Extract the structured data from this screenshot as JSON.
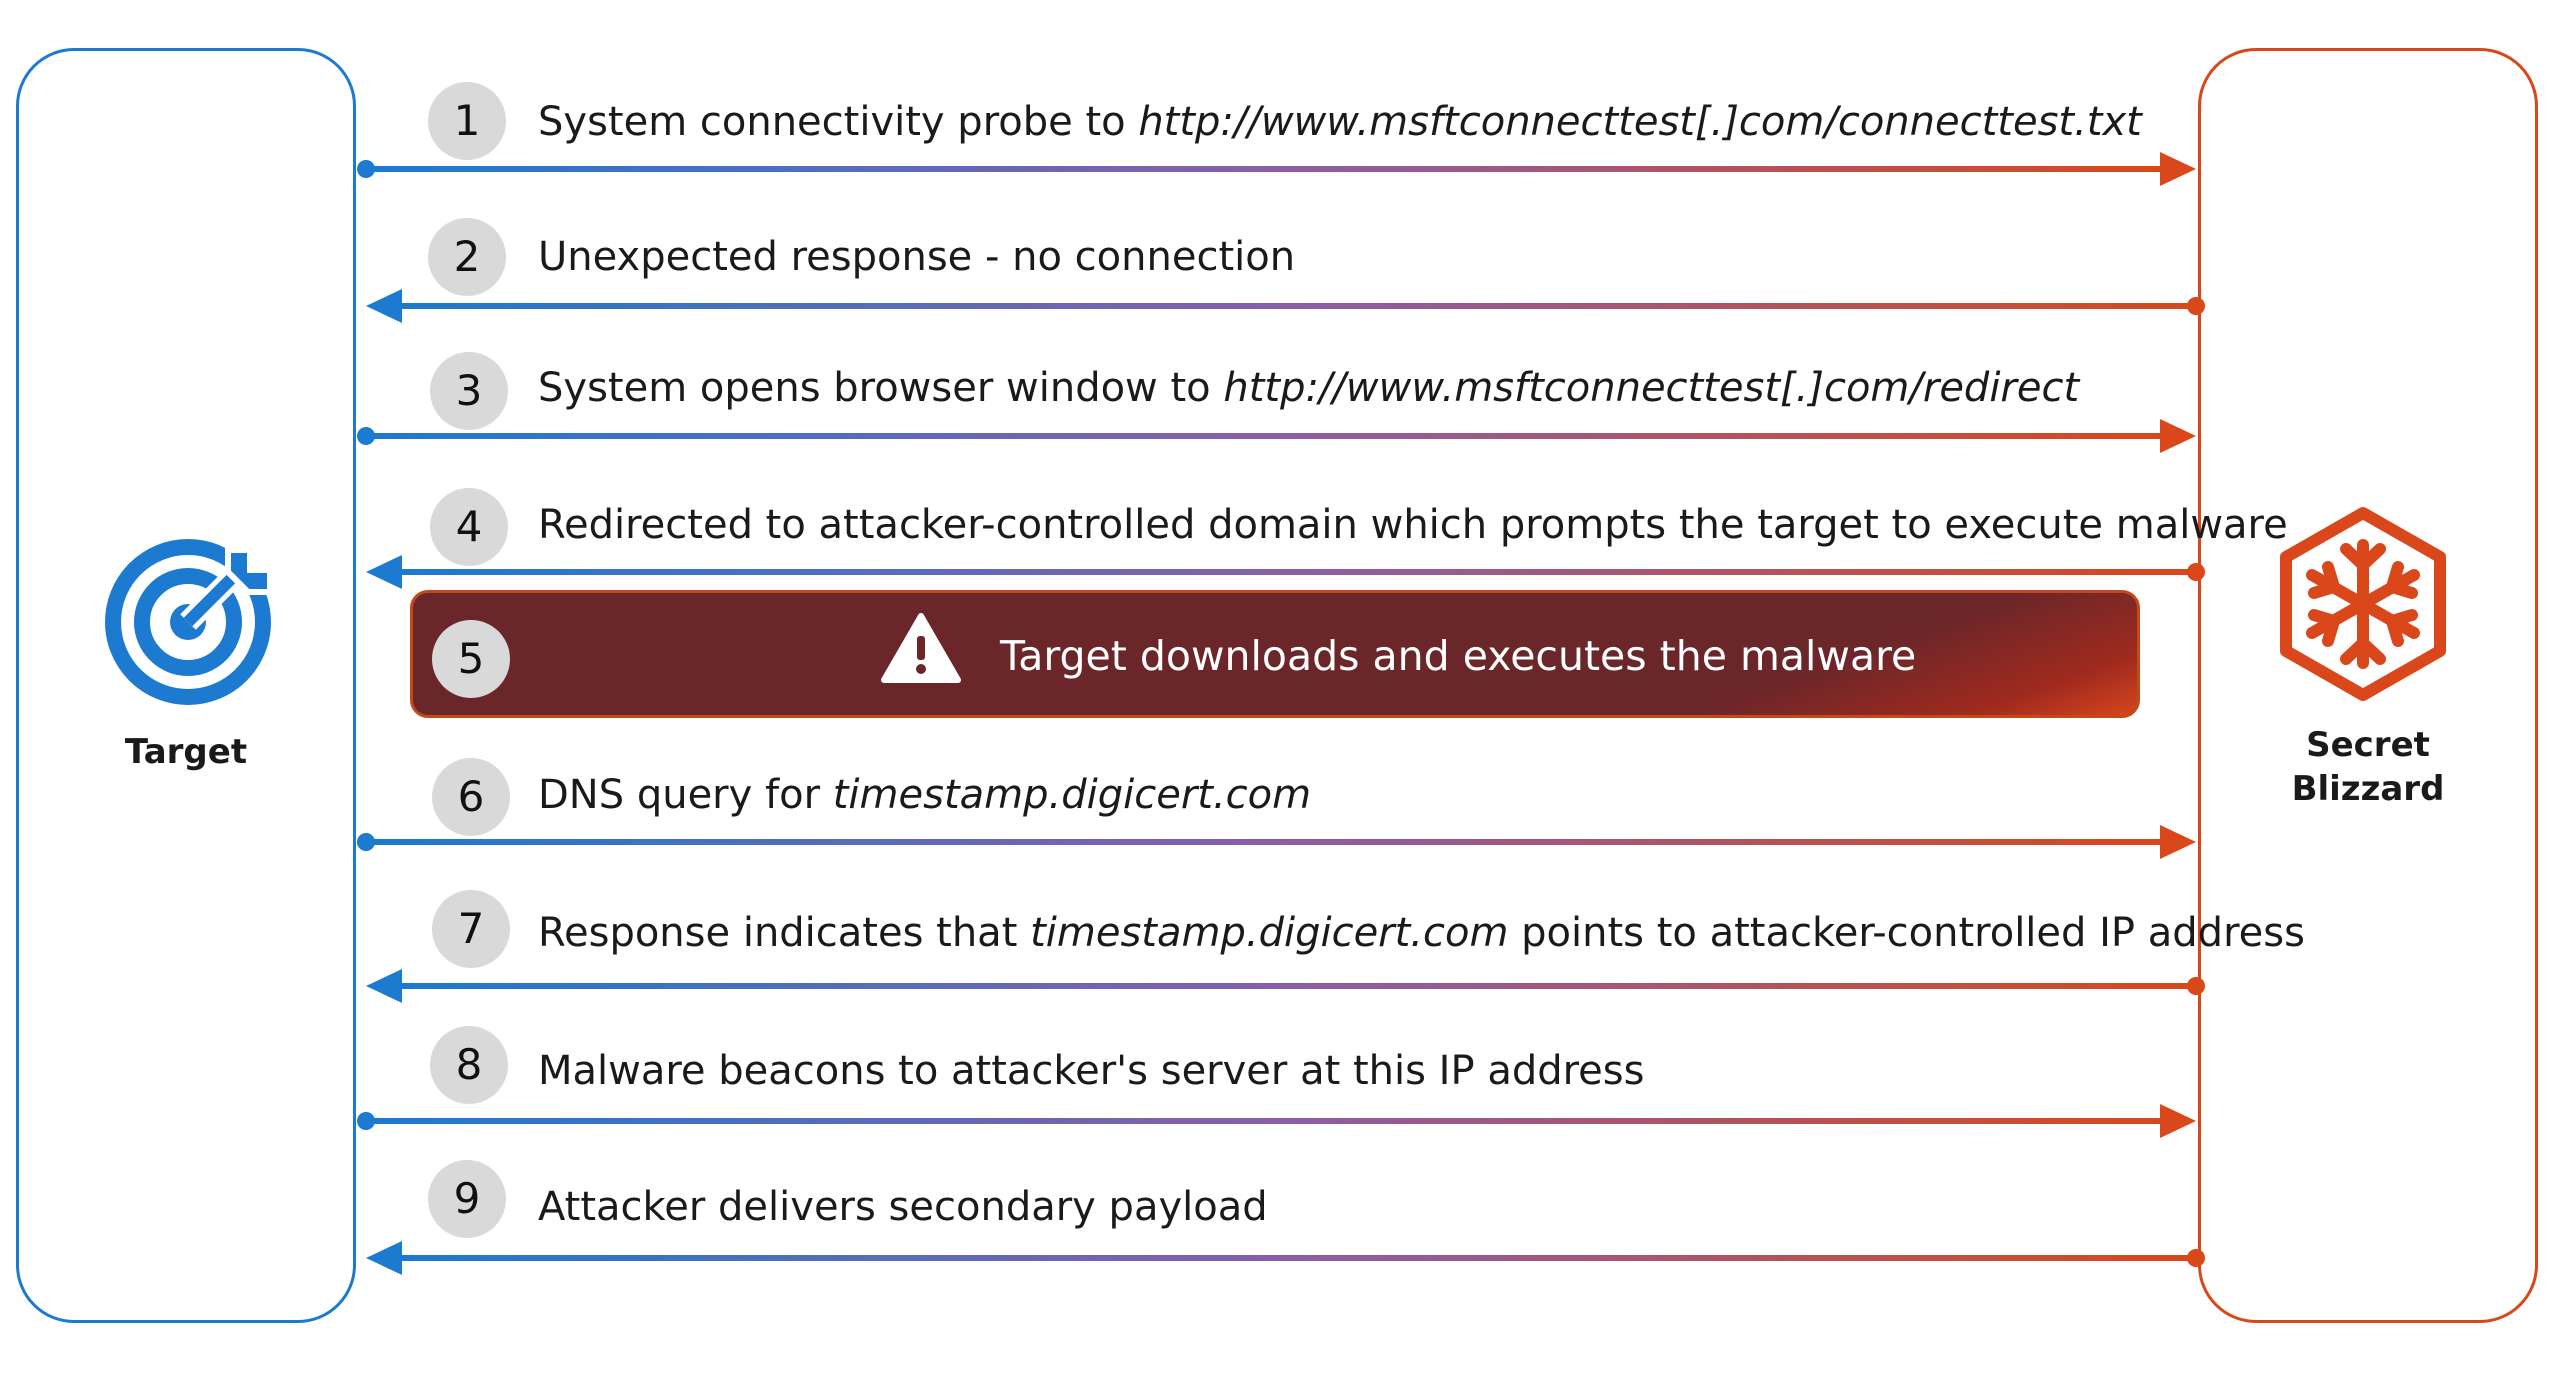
{
  "actors": {
    "left": {
      "label": "Target",
      "icon": "target-icon"
    },
    "right": {
      "label_line1": "Secret",
      "label_line2": "Blizzard",
      "icon": "snowflake-hexagon-icon"
    }
  },
  "colors": {
    "target_blue": "#1c7ad1",
    "blizzard_orange": "#d9471b",
    "mid_purple": "#8a5fa8",
    "banner_dark": "#6b262a",
    "step_circle": "#d9d9d9"
  },
  "steps": [
    {
      "number": "1",
      "direction": "to-right",
      "text_plain": "System connectivity probe to ",
      "text_italic": "http://www.msftconnecttest[.]com/connecttest.txt",
      "text_after": ""
    },
    {
      "number": "2",
      "direction": "to-left",
      "text_plain": "Unexpected response - no connection",
      "text_italic": "",
      "text_after": ""
    },
    {
      "number": "3",
      "direction": "to-right",
      "text_plain": "System opens browser window to ",
      "text_italic": "http://www.msftconnecttest[.]com/redirect",
      "text_after": ""
    },
    {
      "number": "4",
      "direction": "to-left",
      "text_plain": "Redirected to attacker-controlled domain which prompts the target to execute malware",
      "text_italic": "",
      "text_after": ""
    },
    {
      "number": "5",
      "direction": "none",
      "text_plain": "Target downloads and executes the malware",
      "text_italic": "",
      "text_after": "",
      "highlight": true,
      "icon": "warning-icon"
    },
    {
      "number": "6",
      "direction": "to-right",
      "text_plain": "DNS query for ",
      "text_italic": "timestamp.digicert.com",
      "text_after": ""
    },
    {
      "number": "7",
      "direction": "to-left",
      "text_plain": "Response indicates that ",
      "text_italic": "timestamp.digicert.com",
      "text_after": " points to attacker-controlled IP address"
    },
    {
      "number": "8",
      "direction": "to-right",
      "text_plain": "Malware beacons to attacker's server at this IP address",
      "text_italic": "",
      "text_after": ""
    },
    {
      "number": "9",
      "direction": "to-left",
      "text_plain": "Attacker delivers secondary payload",
      "text_italic": "",
      "text_after": ""
    }
  ]
}
